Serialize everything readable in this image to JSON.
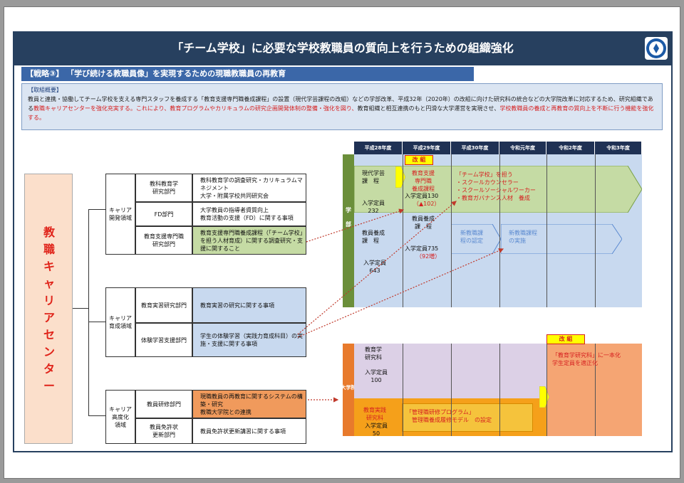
{
  "title": "「チーム学校」に必要な学校教職員の質向上を行うための組織強化",
  "strategy": "【戦略③】 「学び続ける教職員像」を実現するための現職教職員の再教育",
  "summary": {
    "heading": "【取組概要】",
    "text1": "教員と連携・協働してチーム学校を支える専門スタッフを養成する「教育支援専門職養成課程」の設置（現代学芸課程の改組）などの学部改革、平成32年（2020年）の改組に向けた研究科の統合などの大学院改革に対応するため、研究組織である",
    "red1": "教職キャリアセンターを強化充実する。これにより、教育プログラムやカリキュラムの研究企画開発体制の整備・強化を図り、",
    "text2": "教育組織と相互連携のもと円滑な大学運営を実現させ、",
    "red2": "学校教職員の養成と再教育の質向上を不断に行う機能を強化する。"
  },
  "center_label": "教職キャリアセンター",
  "center_chars": [
    "教",
    "職",
    "キ",
    "ャ",
    "リ",
    "ア",
    "セ",
    "ン",
    "タ",
    "ー"
  ],
  "domains": {
    "dev": "キャリア\n開発領域",
    "train": "キャリア\n育成領域",
    "adv": "キャリア\n高度化\n領域"
  },
  "depts": {
    "d1": "教科教育学\n研究部門",
    "d1_desc": "教科教育学の調査研究・カリキュラムマネジメント\n大学・附属学校共同研究会",
    "d2": "FD部門",
    "d2_desc": "大学教員の指導者資質向上\n教育活動の支援（FD）に関する事項",
    "d3": "教育支援専門職\n研究部門",
    "d3_desc": "教育支援専門職養成課程（「チーム学校」を担う人材育成）に関する調査研究・支援に関すること",
    "d4": "教育実習研究部門",
    "d4_desc": "教育実習の研究に関する事項",
    "d5": "体験学習支援部門",
    "d5_desc": "学生の体験学習（実践力育成科目）の実施・支援に関する事項",
    "d6": "教員研修部門",
    "d6_desc": "現職教員の再教育に関するシステムの構築・研究\n教職大学院との連携",
    "d7": "教員免許状\n更新部門",
    "d7_desc": "教員免許状更新講習に関する事項"
  },
  "timeline_headers": [
    "平成28年度",
    "平成29年度",
    "平成30年度",
    "令和元年度",
    "令和2年度",
    "令和3年度"
  ],
  "gakubu": {
    "strip": "学\n\n部",
    "kaisei": "改 組",
    "gendai": "現代学芸\n課　程",
    "gendai_cap": "入学定員\n232",
    "shienka": "教育支援\n専門職\n養成課程",
    "shien_cap": "入学定員130",
    "shien_change": "（▲102）",
    "team": "「チーム学校」を担う\n・スクールカウンセラー\n・スクールソーシャルワーカー\n・教育ガバナンス人材　養成",
    "kyoin": "教員養成\n課　程",
    "kyoin_cap": "入学定員\n643",
    "kyoin2": "教員養成\n課　程",
    "kyoin2_cap": "入学定員735",
    "kyoin2_change": "（92増）",
    "shin_ninshi": "新教職課\n程の認定",
    "shin_jisshi": "新教職課程\nの実施"
  },
  "daigakuin": {
    "strip": "大学院",
    "kaisei": "改 組",
    "kyoikugaku": "教育学\n研究科",
    "kyoikugaku_cap": "入学定員\n100",
    "ichigen": "「教育学研究科」に一本化\n学生定員を適正化",
    "jissen": "教育実践\n研究科",
    "jissen_cap": "入学定員\n50",
    "kanri": "「管理職研修プログラム」\n　管理職養成履修モデル　の設定"
  },
  "colors": {
    "navy": "#27405f",
    "green": "#c5dba4",
    "blue": "#c8d9ef",
    "orange": "#f5a573",
    "yellow_box": "#f5c33c",
    "lavender": "#dcd0e6"
  }
}
